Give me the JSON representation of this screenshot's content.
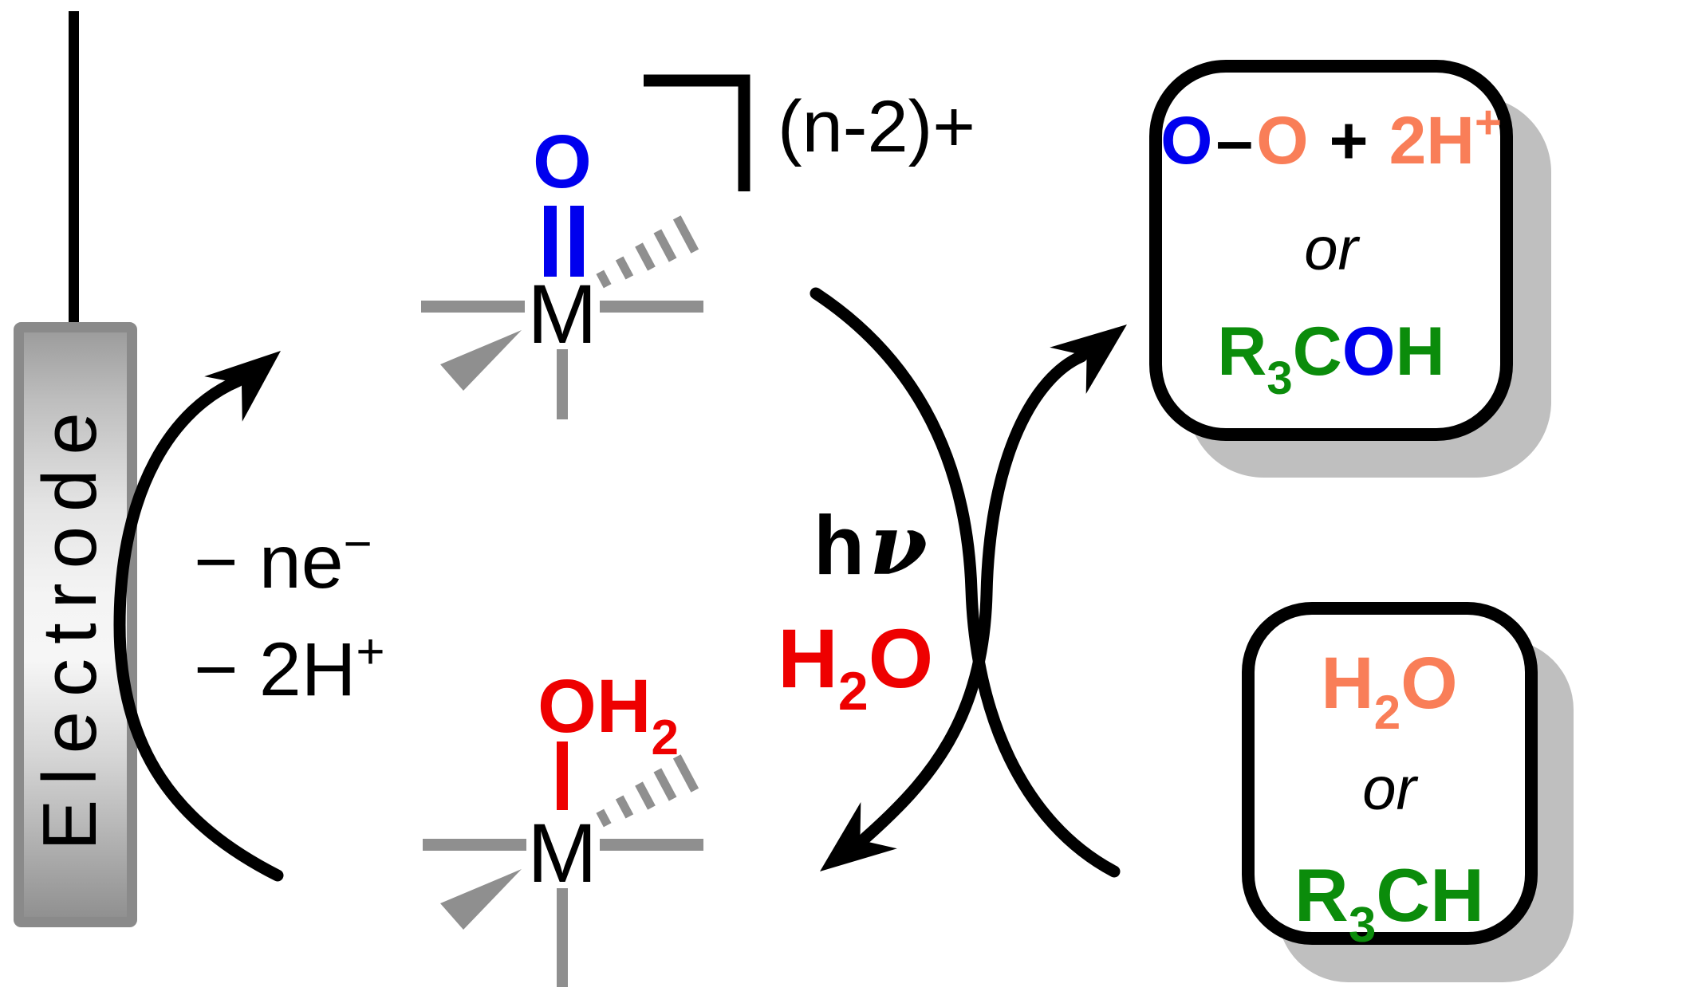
{
  "colors": {
    "oxo_blue": "#0000ee",
    "aqua_red": "#ee0000",
    "coral_orange": "#f97e58",
    "product_green": "#0b8c0b",
    "ligand_gray": "#8f8f8f",
    "electrode_border_gray": "#8a8a8a",
    "box_shadow_gray": "#bfbfbf",
    "line_black": "#000000"
  },
  "electrode": {
    "label": "Electrode"
  },
  "cycle": {
    "electrons": "− ne",
    "electrons_sup": "−",
    "protons": "− 2H",
    "protons_sup": "+"
  },
  "oxo_complex": {
    "oxygen": "O",
    "metal": "M",
    "charge": "(n-2)+"
  },
  "aqua_complex": {
    "ligand": "OH",
    "ligand_sub": "2",
    "metal": "M"
  },
  "photo": {
    "h": "h",
    "nu": "ν"
  },
  "water": {
    "h": "H",
    "sub": "2",
    "o": "O"
  },
  "product_box": {
    "o1": "O",
    "bond": "–",
    "o2": "O",
    "plus": "+",
    "protons": "2H",
    "protons_sup": "+",
    "or": "or",
    "r": "R",
    "r_sub": "3",
    "c": "C",
    "o": "O",
    "h": "H"
  },
  "substrate_box": {
    "h": "H",
    "h_sub": "2",
    "o": "O",
    "or": "or",
    "r": "R",
    "r_sub": "3",
    "ch": "CH"
  }
}
